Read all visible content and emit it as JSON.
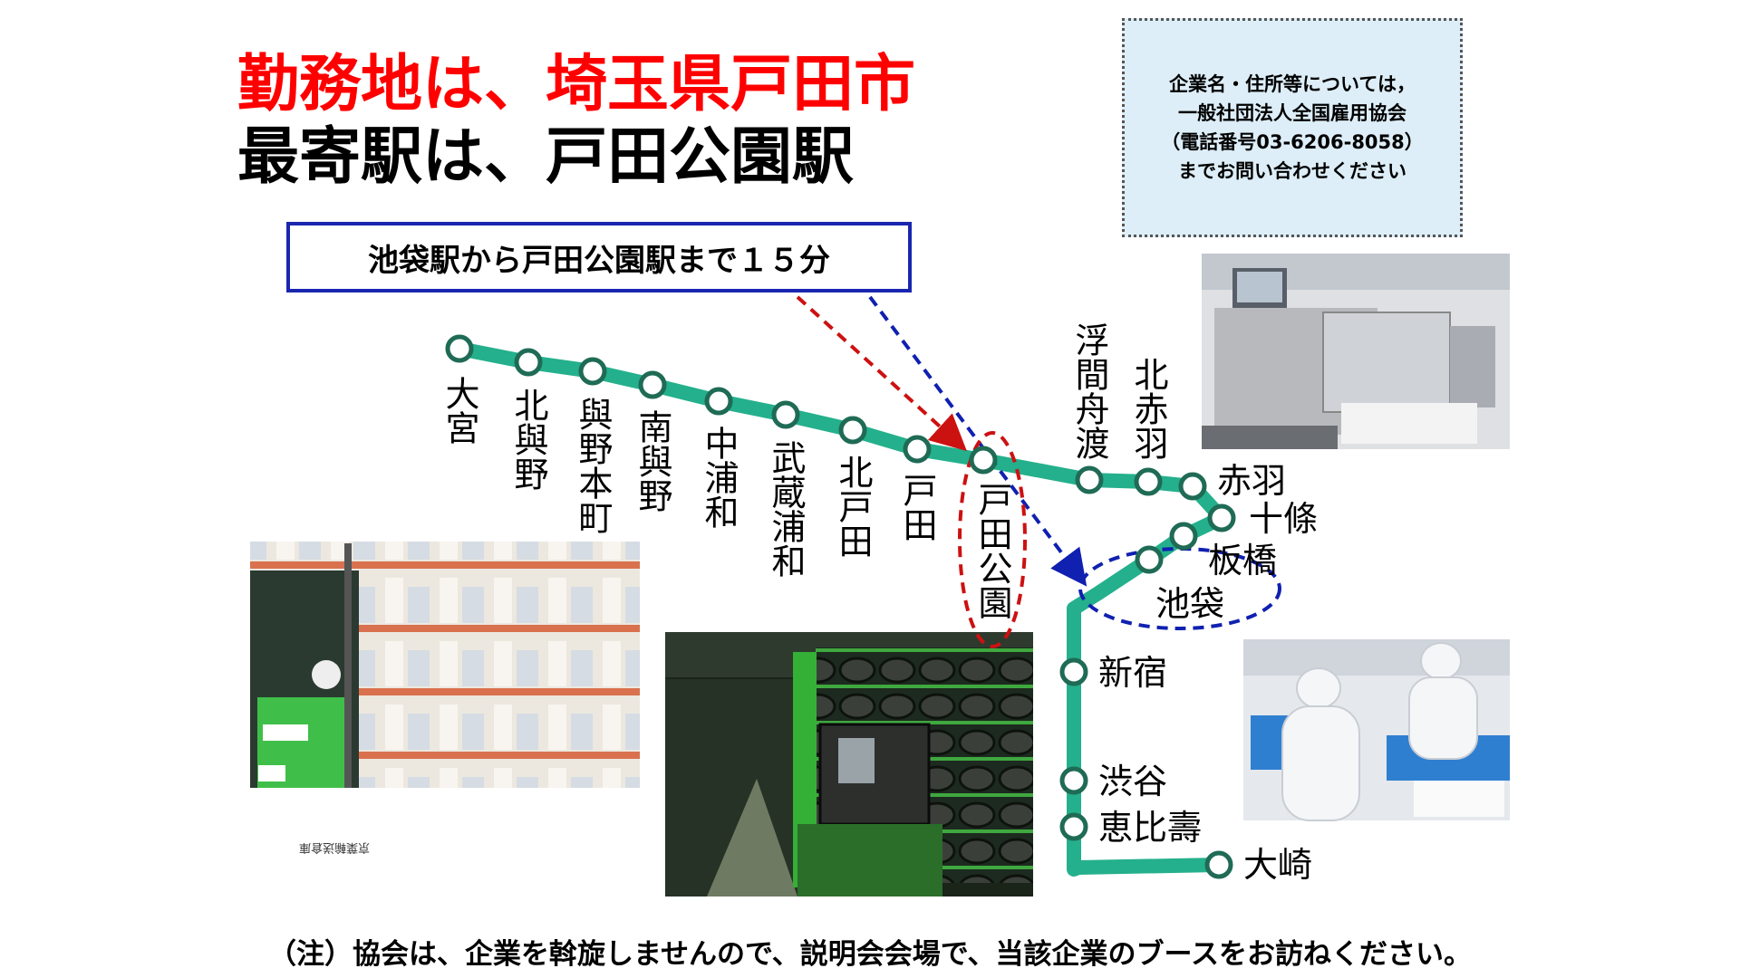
{
  "header": {
    "workplace": "勤務地は、埼玉県戸田市",
    "station": "最寄駅は、戸田公園駅"
  },
  "notice": {
    "lines": [
      "企業名・住所等については，",
      "一般社団法人全国雇用協会",
      "（電話番号03-6206-8058）",
      "までお問い合わせください"
    ]
  },
  "commute": {
    "text": "池袋駅から戸田公園駅まで１５分"
  },
  "stations": {
    "omiya": "大宮",
    "kitayono": "北與野",
    "yonohonmachi": "與野本町",
    "minamiyono": "南與野",
    "nakaurawa": "中浦和",
    "musashiurawa": "武蔵浦和",
    "kitatoda": "北戸田",
    "toda": "戸田",
    "todakoen": "戸田公園",
    "ukimafunado": "浮間舟渡",
    "kitaakabane": "北赤羽",
    "akabane": "赤羽",
    "jujo": "十條",
    "itabashi": "板橋",
    "ikebukuro": "池袋",
    "shinjuku": "新宿",
    "shibuya": "渋谷",
    "ebisu": "恵比壽",
    "osaki": "大崎"
  },
  "colors": {
    "line": "#24b08c",
    "station_stroke": "#1f6b55",
    "red_marker": "#cc1111",
    "blue_marker": "#1020b0"
  },
  "photo_caption": "京葉輸送倉庫",
  "footer": {
    "note": "（注）協会は、企業を斡旋しませんので、説明会会場で、当該企業のブースをお訪ねください。"
  }
}
